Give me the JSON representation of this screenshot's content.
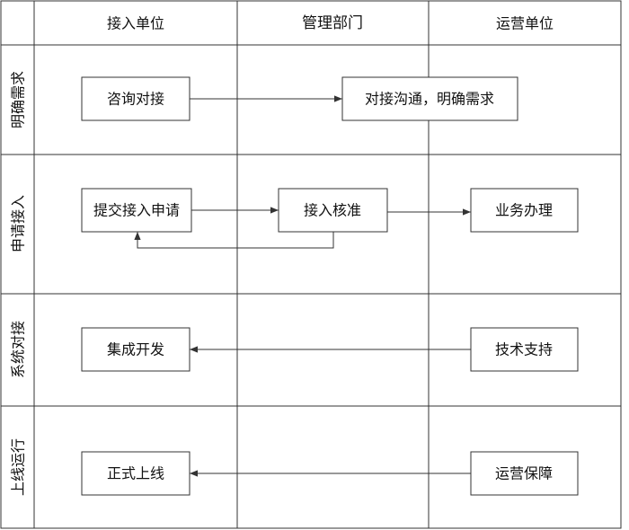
{
  "columns": [
    {
      "id": "access",
      "label": "接入单位"
    },
    {
      "id": "mgmt",
      "label": "管理部门"
    },
    {
      "id": "ops",
      "label": "运营单位"
    }
  ],
  "rows": [
    {
      "id": "requirements",
      "label": "明确需求"
    },
    {
      "id": "apply",
      "label": "申请接入"
    },
    {
      "id": "integration",
      "label": "系统对接"
    },
    {
      "id": "golive",
      "label": "上线运行"
    }
  ],
  "nodes": {
    "consult": "咨询对接",
    "communicate": "对接沟通，明确需求",
    "submit": "提交接入申请",
    "approve": "接入核准",
    "handle": "业务办理",
    "develop": "集成开发",
    "support": "技术支持",
    "launch": "正式上线",
    "guarantee": "运营保障"
  }
}
